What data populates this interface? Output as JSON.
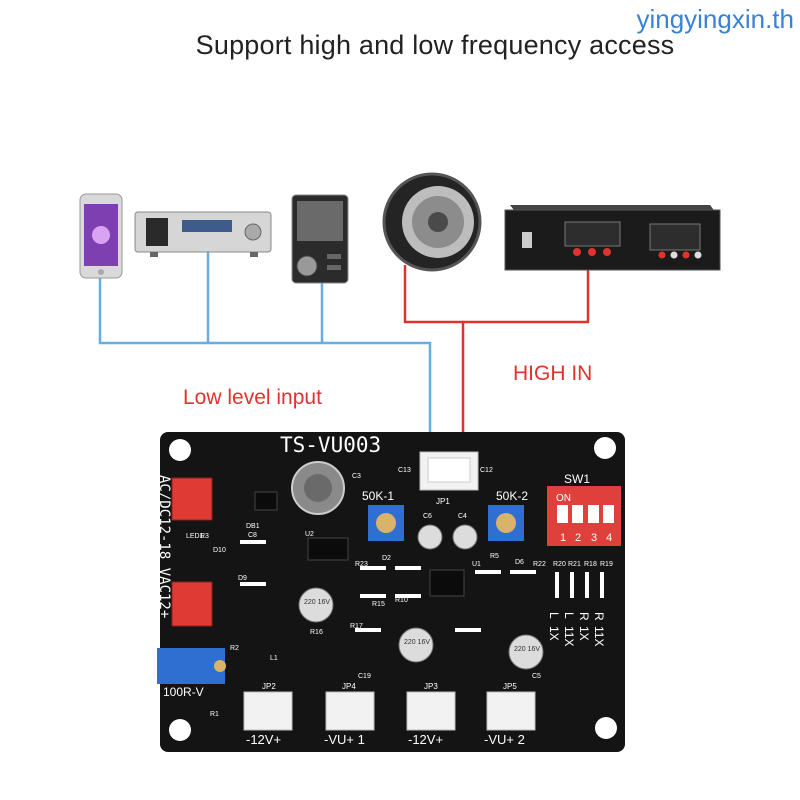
{
  "headline": "Support high and low frequency access",
  "watermark": "yingyingxin.th",
  "labels": {
    "low_level_input": "Low level input",
    "high_in": "HIGH IN"
  },
  "board": {
    "model": "TS-VU003",
    "power_text": "AC/DC12-18 VAC12+",
    "pot_left": "50K-1",
    "pot_right": "50K-2",
    "pot_bottom": "100R-V",
    "switch_label": "SW1",
    "switch_on": "ON",
    "switch_numbers": [
      "1",
      "2",
      "3",
      "4"
    ],
    "connector_top": "JP1",
    "connectors": [
      "-12V+",
      "-VU+ 1",
      "-12V+",
      "-VU+ 2"
    ],
    "connector_ids": [
      "JP2",
      "JP4",
      "JP3",
      "JP5"
    ],
    "range_cols": [
      [
        "R",
        "11X"
      ],
      [
        "R",
        "1X"
      ],
      [
        "L",
        "11X"
      ],
      [
        "L",
        "1X"
      ]
    ],
    "cap_text": "220 16V",
    "component_labels": [
      "C13",
      "C12",
      "C3",
      "C6",
      "C4",
      "R5",
      "D6",
      "DB1",
      "C8",
      "LED1",
      "R3",
      "D10",
      "D9",
      "D2",
      "R23",
      "R15",
      "R10",
      "R16",
      "R17",
      "R22",
      "R20",
      "R21",
      "R18",
      "R19",
      "C19",
      "C5",
      "L1",
      "R1",
      "R2",
      "U1",
      "U2"
    ]
  },
  "colors": {
    "blue_wire": "#66aee0",
    "red_wire": "#e0332e",
    "pcb": "#141414",
    "white_connector": "#f2f2f2",
    "red_connector": "#e03a34",
    "pot_blue": "#2f6fd1",
    "dip_red": "#e0403c"
  },
  "icons": [
    "smartphone-icon",
    "amplifier-icon",
    "music-player-icon",
    "speaker-icon",
    "power-amplifier-icon"
  ]
}
